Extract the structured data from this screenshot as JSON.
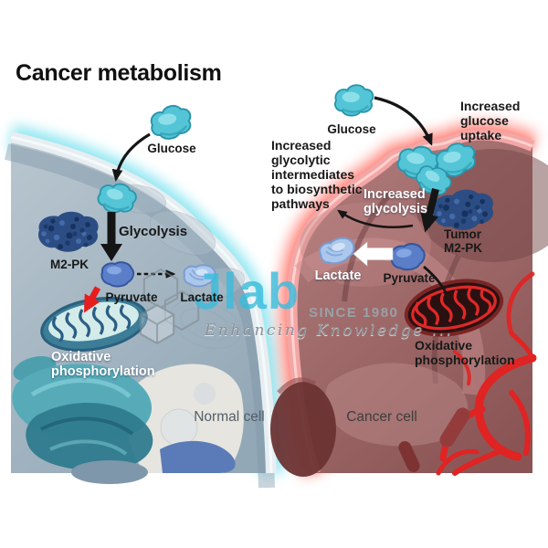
{
  "title": "Cancer metabolism",
  "normal": {
    "glucose": "Glucose",
    "glycolysis": "Glycolysis",
    "m2pk": "M2-PK",
    "pyruvate": "Pyruvate",
    "lactate": "Lactate",
    "oxphos": "Oxidative\nphosphorylation",
    "cell": "Normal cell"
  },
  "cancer": {
    "glucose": "Glucose",
    "uptake": "Increased\nglucose\nuptake",
    "glycolytic": "Increased\nglycolytic\nintermediates\nto biosynthetic\npathways",
    "glycolysis": "Increased\nglycolysis",
    "tumor_m2pk": "Tumor\nM2-PK",
    "pyruvate": "Pyruvate",
    "lactate": "Lactate",
    "oxphos": "Oxidative\nphosphorylation",
    "cell": "Cancer cell"
  },
  "watermark": {
    "logo": "Jlab",
    "since": "SINCE 1980",
    "tagline": "Enhancing Knowledge ..."
  },
  "colors": {
    "glucose_cyan": "#53c5d7",
    "pyruvate_blue": "#5b7ec8",
    "lactate_blue": "#abc8ec",
    "m2pk_navy": "#2c4d84",
    "normal_cell_fill": "#a4b6c3",
    "normal_glow": "#7fe3f0",
    "cancer_cell_fill": "#a06c6c",
    "cancer_membrane": "#f3a6a6",
    "vessel_red": "#e02323",
    "arrow_red": "#e61e1e",
    "watermark_cyan": "#39bcdd"
  }
}
